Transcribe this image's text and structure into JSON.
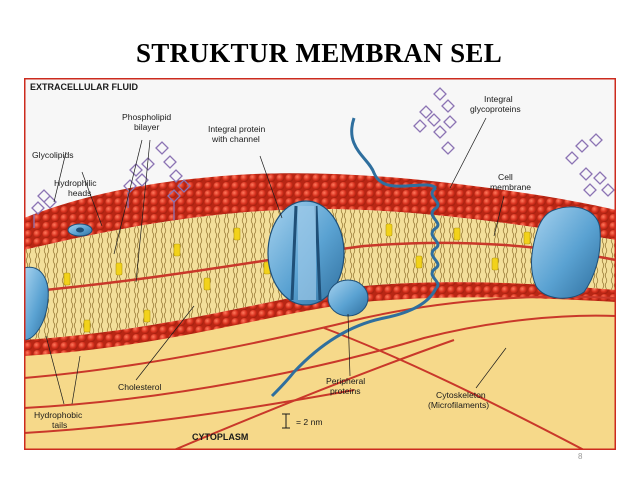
{
  "slide": {
    "title": "STRUKTUR MEMBRAN SEL",
    "page_number": "8"
  },
  "diagram": {
    "region_top": "EXTRACELLULAR FLUID",
    "region_bottom": "CYTOPLASM",
    "scale_bar": "= 2 nm",
    "labels": {
      "phospholipid_bilayer": [
        "Phospholipid",
        "bilayer"
      ],
      "integral_protein_channel": [
        "Integral protein",
        "with channel"
      ],
      "integral_glycoproteins": [
        "Integral",
        "glycoproteins"
      ],
      "glycolipids": "Glycolipids",
      "hydrophilic_heads": [
        "Hydrophilic",
        "heads"
      ],
      "cell_membrane": [
        "Cell",
        "membrane"
      ],
      "cholesterol": "Cholesterol",
      "peripheral_proteins": [
        "Peripheral",
        "proteins"
      ],
      "cytoskeleton": [
        "Cytoskeleton",
        "(Microfilaments)"
      ],
      "hydrophobic_tails": [
        "Hydrophobic",
        "tails"
      ]
    },
    "colors": {
      "head_red": "#d8321f",
      "tail_bg": "#f3df9a",
      "cholesterol_yellow": "#f2d21a",
      "protein_blue": "#5aa2d2",
      "cytoplasm": "#f6d98a",
      "filament_red": "#c9382a",
      "glyco_purple": "#8c74b4",
      "frame_red": "#cc2b1e"
    }
  }
}
